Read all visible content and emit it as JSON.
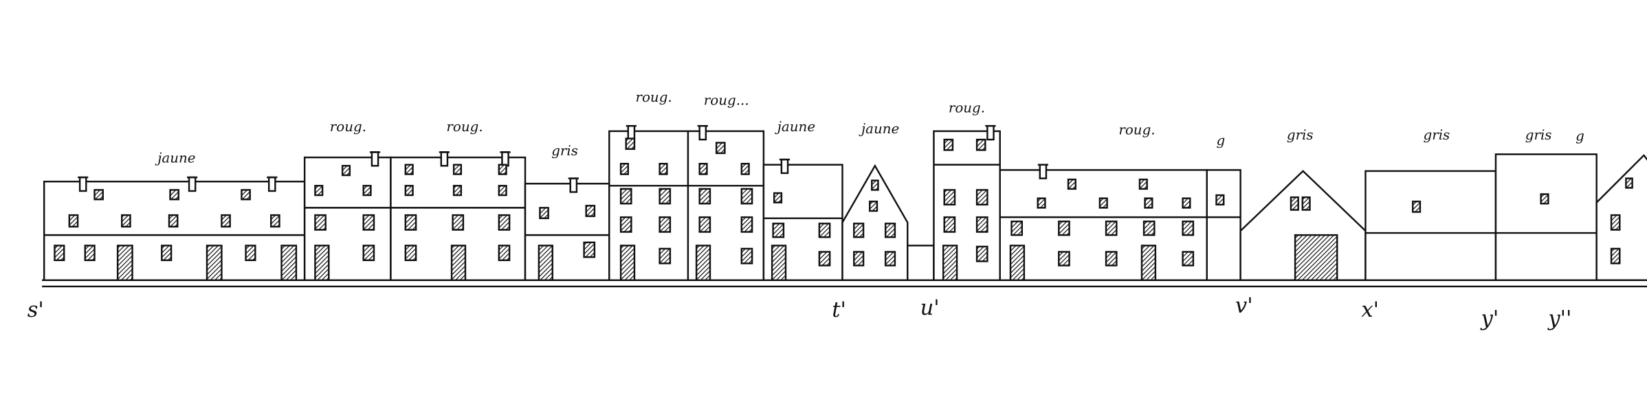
{
  "colour_labels": [
    "jaune",
    "roug.",
    "roug.",
    "gris",
    "roug.",
    "roug...",
    "jaune",
    "jaune",
    "roug.",
    "roug.",
    "g",
    "gris",
    "gris",
    "gris",
    "g"
  ],
  "point_labels": [
    "s'",
    "t'",
    "u'",
    "v'",
    "x'",
    "y'",
    "y''"
  ],
  "colors": {
    "ink": "#111111",
    "paper": "#ffffff"
  }
}
